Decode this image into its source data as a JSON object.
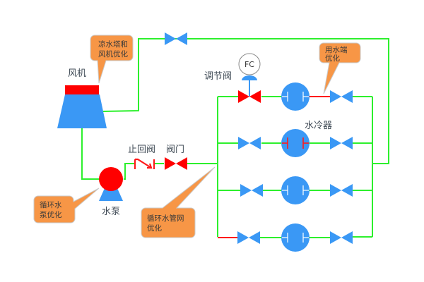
{
  "diagram": {
    "title": "",
    "colors": {
      "pipe": "#2df02d",
      "pipe_hot": "#ff1a1a",
      "equipment_blue": "#3a98f5",
      "equipment_red": "#ff0000",
      "callout": "#f79646",
      "callout_border": "#c9c9c9",
      "label": "#3f4a55"
    },
    "labels": {
      "fan": "风机",
      "regulating_valve": "调节阀",
      "flow_controller": "FC",
      "water_cooler": "水冷器",
      "check_valve": "止回阀",
      "gate_valve": "阀门",
      "pump": "水泵"
    },
    "callouts": [
      {
        "id": "cooling-tower",
        "lines": [
          "凉水塔和",
          "风机优化"
        ]
      },
      {
        "id": "end-user",
        "lines": [
          "用水端",
          "优化"
        ]
      },
      {
        "id": "pump",
        "lines": [
          "循环水",
          "泵优化"
        ]
      },
      {
        "id": "pipe-network",
        "lines": [
          "循环水管网",
          "优化"
        ]
      }
    ],
    "branches": [
      {
        "name": "branch-1",
        "inlet_valve": "regulating (red)",
        "has_flow_controller": true,
        "outlet_segment": "red"
      },
      {
        "name": "branch-2",
        "inlet_valve": "blue",
        "has_flow_controller": false,
        "cooler_marks": "red"
      },
      {
        "name": "branch-3",
        "inlet_valve": "blue",
        "has_flow_controller": false
      },
      {
        "name": "branch-4",
        "inlet_valve": "blue",
        "has_flow_controller": false,
        "inlet_segment": "red"
      }
    ]
  }
}
